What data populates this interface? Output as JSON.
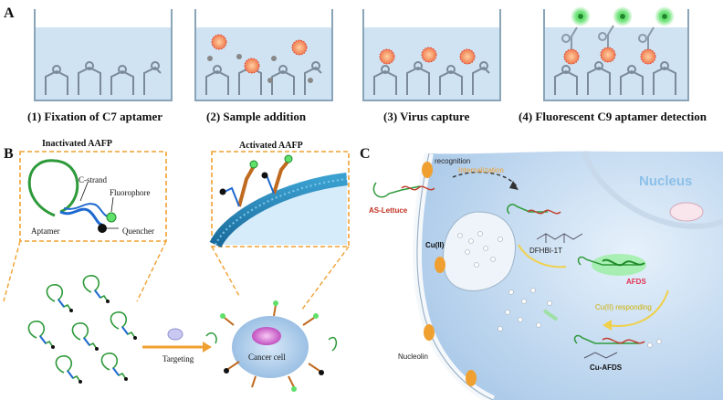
{
  "panel_a": {
    "letter": "A",
    "steps": [
      "(1) Fixation of C7 aptamer",
      "(2) Sample addition",
      "(3) Virus capture",
      "(4) Fluorescent C9 aptamer detection"
    ]
  },
  "panel_b": {
    "letter": "B",
    "inactivated_title": "Inactivated AAFP",
    "activated_title": "Activated AAFP",
    "labels": {
      "c_strand": "C-strand",
      "fluorophore": "Fluorophore",
      "aptamer": "Aptamer",
      "quencher": "Quencher",
      "targeting": "Targeting",
      "cancer_cell": "Cancer cell"
    }
  },
  "panel_c": {
    "letter": "C",
    "labels": {
      "recognition": "recognition",
      "internalization": "Internalization",
      "nucleus": "Nucleus",
      "as_lettuce": "AS-Lettuce",
      "cu": "Cu(II)",
      "dfhbi": "DFHBI-1T",
      "afds": "AFDS",
      "cu_responding": "Cu(II) responding",
      "nucleolin": "Nucleolin",
      "cu_afds": "Cu-AFDS"
    }
  },
  "colors": {
    "well_liquid": "#cfe3f2",
    "aptamer_green": "#2e9a3a",
    "dashed_orange": "#f0a030",
    "virus_red": "#e06040",
    "cell_blue": "#a9c9ea",
    "nucleus_text": "#8cc0e8"
  }
}
